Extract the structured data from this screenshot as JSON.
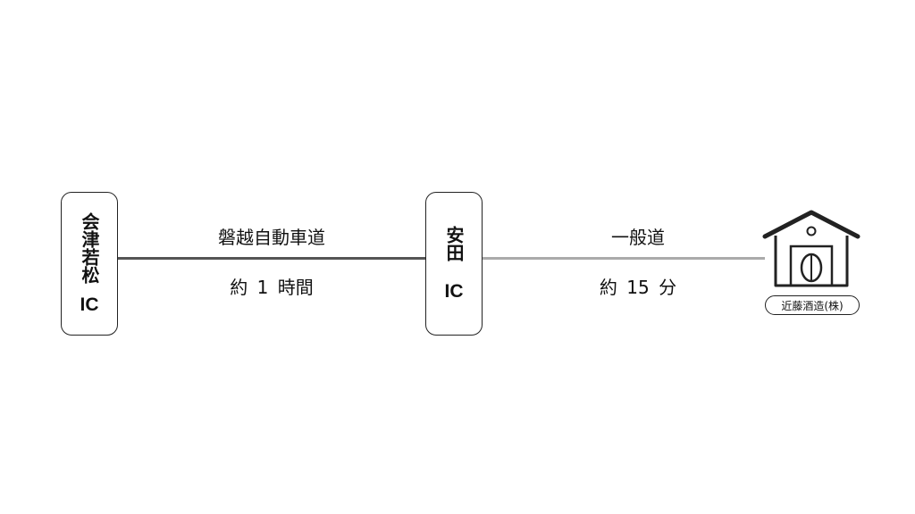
{
  "origin": {
    "name": "会津若松",
    "suffix": "IC"
  },
  "junction": {
    "name": "安田",
    "suffix": "IC"
  },
  "segments": [
    {
      "road": "磐越自動車道",
      "duration": "約 1 時間",
      "line_color": "#555555"
    },
    {
      "road": "一般道",
      "duration": "約 15 分",
      "line_color": "#aaaaaa"
    }
  ],
  "destination": {
    "label": "近藤酒造(株)",
    "icon": "brewery-building-icon"
  }
}
